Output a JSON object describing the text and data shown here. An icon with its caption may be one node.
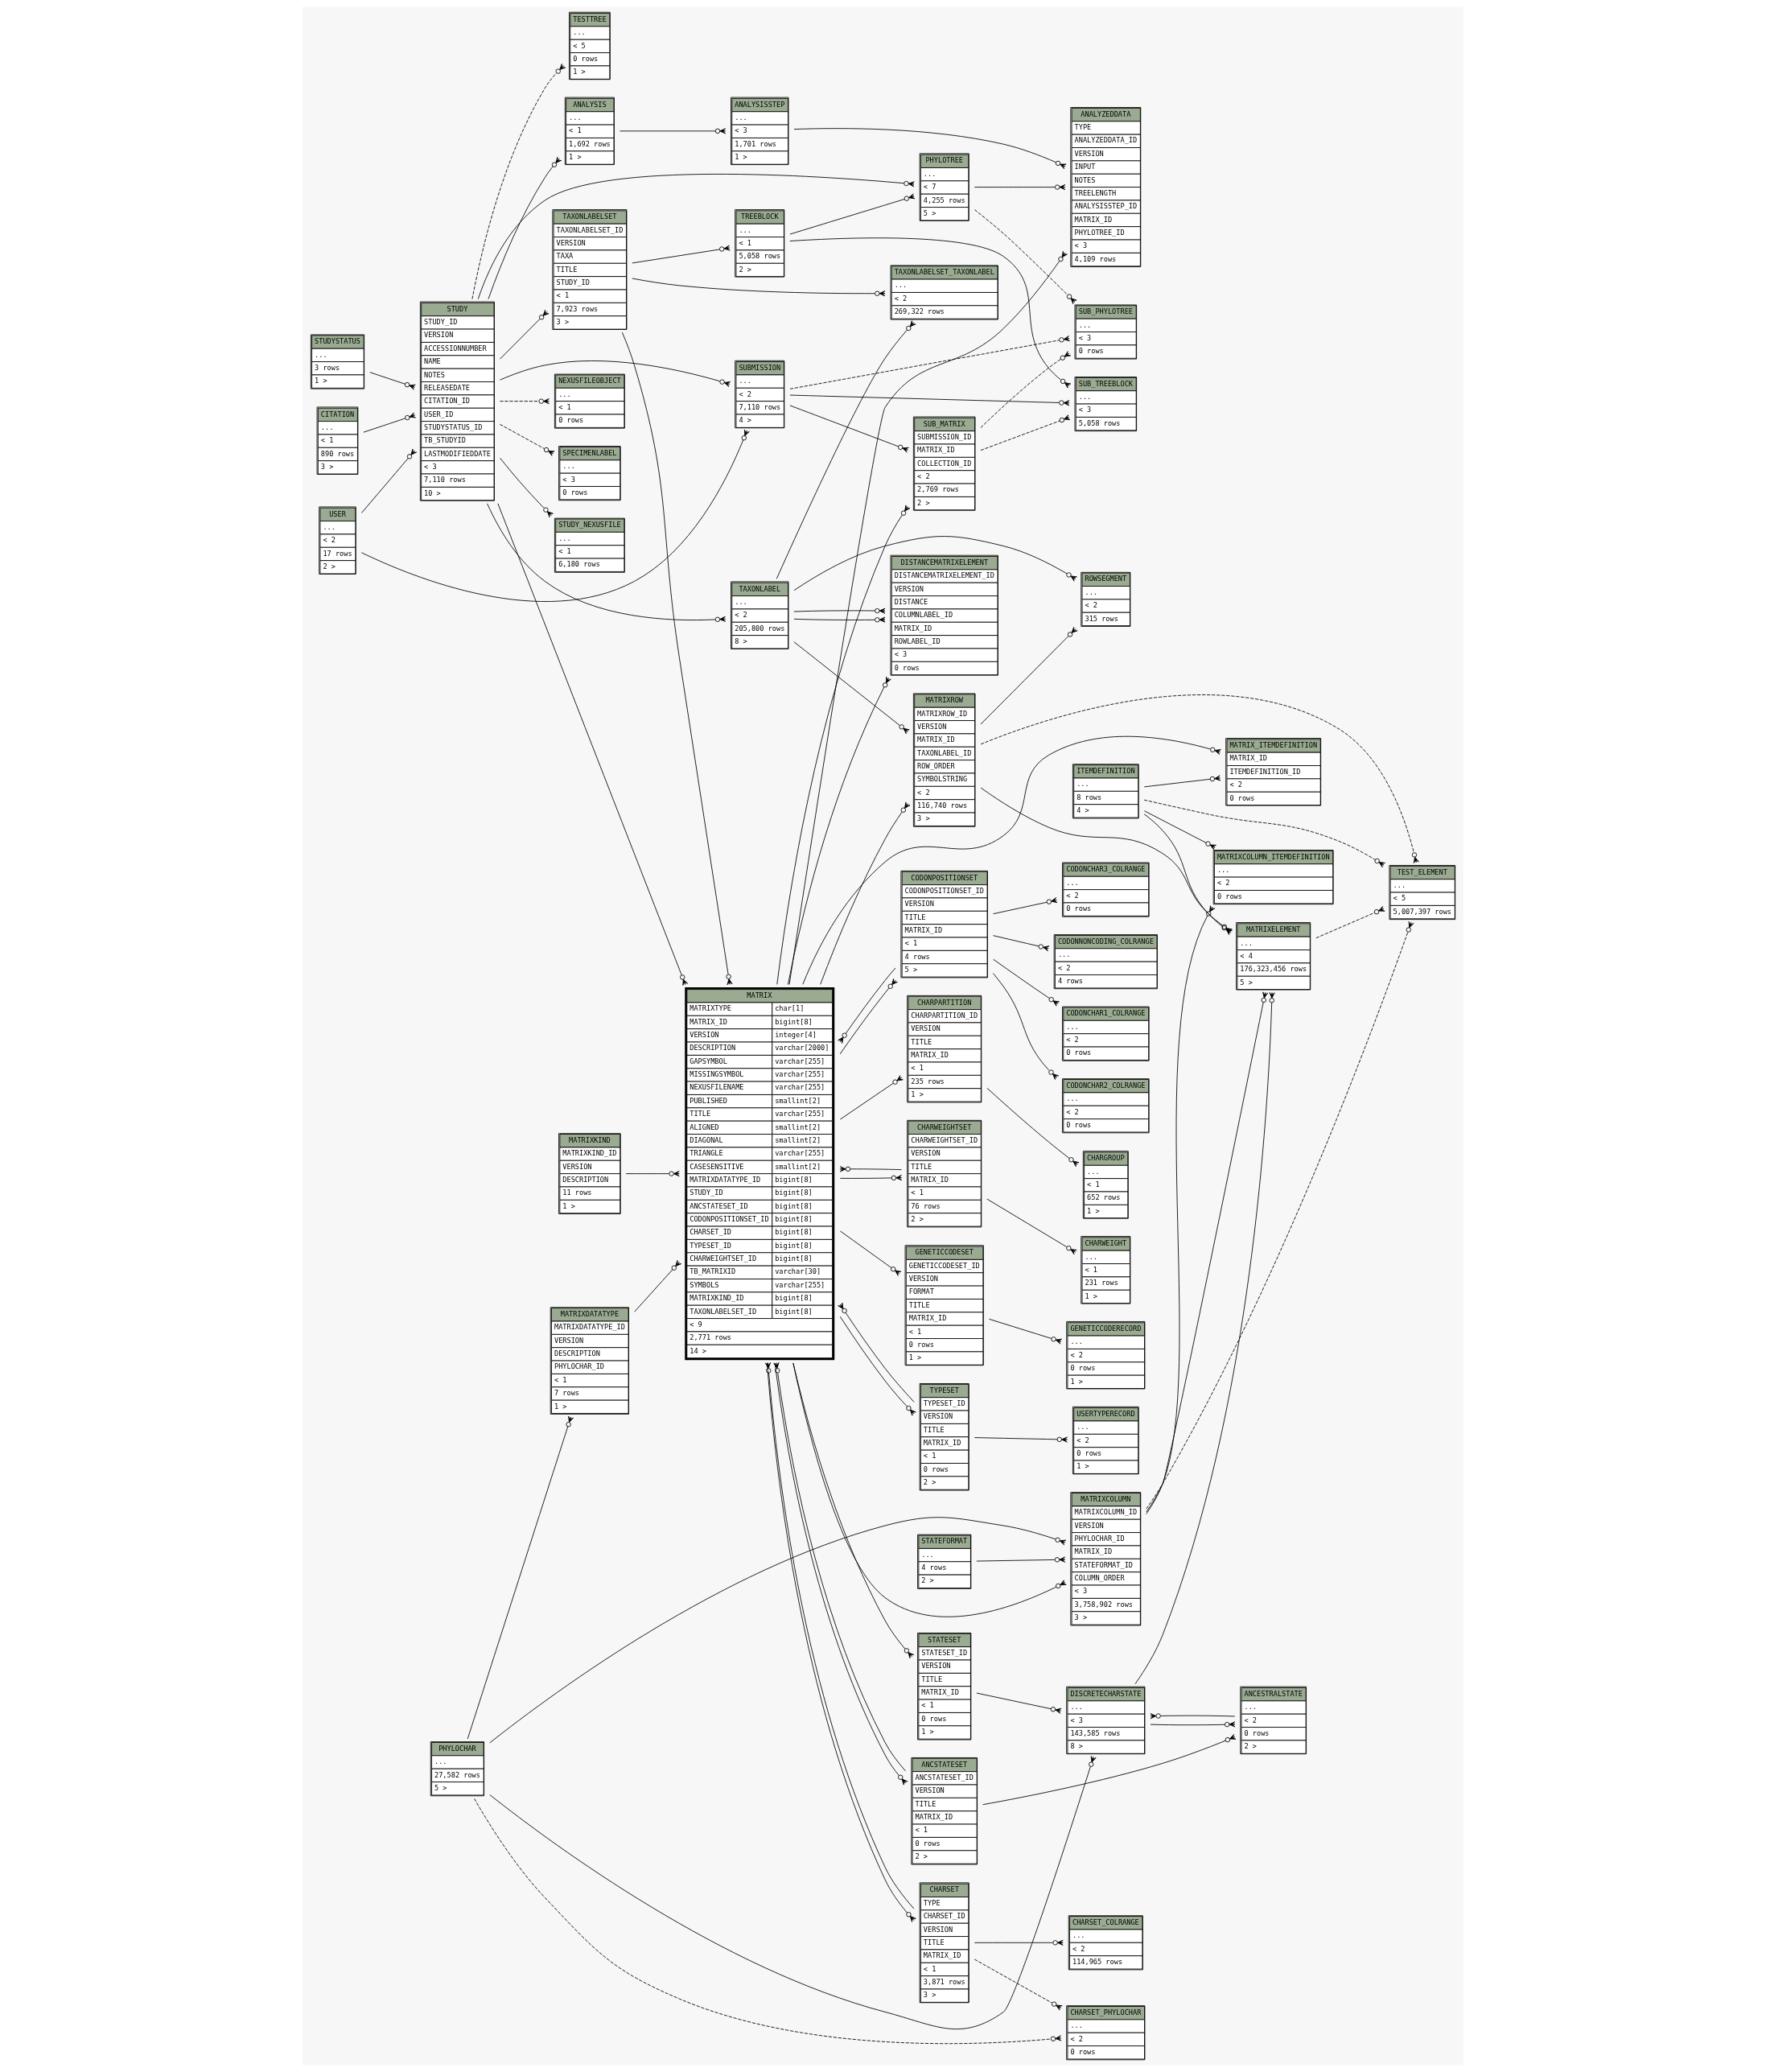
{
  "diagram": {
    "nodes": [
      {
        "text": [
          "PHYLOCHAR",
          "...",
          "27,582 rows",
          "5 >"
        ]
      },
      {
        "text": [
          "CODONCHAR3_COLRANGE",
          "...",
          "< 2",
          "0 rows"
        ]
      },
      {
        "text": [
          "CODONNONCODING_COLRANGE",
          "...",
          "< 2",
          "4 rows"
        ]
      },
      {
        "text": [
          "CODONPOSITIONSET",
          "CODONPOSITIONSET_ID",
          "VERSION",
          "TITLE",
          "MATRIX_ID",
          "< 1",
          "4 rows",
          "5 >"
        ]
      },
      {
        "text": [
          "CODONCHAR1_COLRANGE",
          "...",
          "< 2",
          "0 rows"
        ]
      },
      {
        "text": [
          "CODONCHAR2_COLRANGE",
          "...",
          "< 2",
          "0 rows"
        ]
      },
      {
        "text": [
          "CHARSET",
          "TYPE",
          "CHARSET_ID",
          "VERSION",
          "TITLE",
          "MATRIX_ID",
          "< 1",
          "3,871 rows",
          "3 >"
        ]
      },
      {
        "text": [
          "CHARSET_PHYLOCHAR",
          "...",
          "< 2",
          "0 rows"
        ]
      },
      {
        "text": [
          "CHARSET_COLRANGE",
          "...",
          "< 2",
          "114,965 rows"
        ]
      },
      {
        "text": [
          "ANCSTATESET",
          "ANCSTATESET_ID",
          "VERSION",
          "TITLE",
          "MATRIX_ID",
          "< 1",
          "0 rows",
          "2 >"
        ]
      },
      {
        "text": [
          "STATESET",
          "STATESET_ID",
          "VERSION",
          "TITLE",
          "MATRIX_ID",
          "< 1",
          "0 rows",
          "1 >"
        ]
      },
      {
        "text": [
          "DISCRETECHARSTATE",
          "...",
          "< 3",
          "143,585 rows",
          "8 >"
        ]
      },
      {
        "text": [
          "ANCESTRALSTATE",
          "...",
          "< 2",
          "0 rows",
          "2 >"
        ]
      },
      {
        "text": [
          "MATRIX",
          "MATRIXTYPE",
          "char[1]",
          "MATRIX_ID",
          "bigint[8]",
          "VERSION",
          "integer[4]",
          "DESCRIPTION",
          "varchar[2000]",
          "GAPSYMBOL",
          "varchar[255]",
          "MISSINGSYMBOL",
          "varchar[255]",
          "NEXUSFILENAME",
          "varchar[255]",
          "PUBLISHED",
          "smallint[2]",
          "TITLE",
          "varchar[255]",
          "ALIGNED",
          "smallint[2]",
          "DIAGONAL",
          "smallint[2]",
          "TRIANGLE",
          "varchar[255]",
          "CASESENSITIVE",
          "smallint[2]",
          "MATRIXDATATYPE_ID",
          "bigint[8]",
          "STUDY_ID",
          "bigint[8]",
          "ANCSTATESET_ID",
          "bigint[8]",
          "CODONPOSITIONSET_ID",
          "bigint[8]",
          "CHARSET_ID",
          "bigint[8]",
          "TYPESET_ID",
          "bigint[8]",
          "CHARWEIGHTSET_ID",
          "bigint[8]",
          "TB_MATRIXID",
          "varchar[30]",
          "SYMBOLS",
          "varchar[255]",
          "MATRIXKIND_ID",
          "bigint[8]",
          "TAXONLABELSET_ID",
          "bigint[8]",
          "< 9",
          "2,771 rows",
          "14 >"
        ]
      },
      {
        "text": [
          "MATRIXDATATYPE",
          "MATRIXDATATYPE_ID",
          "VERSION",
          "DESCRIPTION",
          "PHYLOCHAR_ID",
          "< 1",
          "7 rows",
          "1 >"
        ]
      },
      {
        "text": [
          "CHARPARTITION",
          "CHARPARTITION_ID",
          "VERSION",
          "TITLE",
          "MATRIX_ID",
          "< 1",
          "235 rows",
          "1 >"
        ]
      },
      {
        "text": [
          "CHARGROUP",
          "...",
          "< 1",
          "652 rows",
          "1 >"
        ]
      },
      {
        "text": [
          "MATRIXCOLUMN",
          "MATRIXCOLUMN_ID",
          "VERSION",
          "PHYLOCHAR_ID",
          "MATRIX_ID",
          "STATEFORMAT_ID",
          "COLUMN_ORDER",
          "< 3",
          "3,758,902 rows",
          "3 >"
        ]
      },
      {
        "text": [
          "MATRIXELEMENT",
          "...",
          "< 4",
          "176,323,456 rows",
          "5 >"
        ]
      },
      {
        "text": [
          "TEST_ELEMENT",
          "...",
          "< 5",
          "5,007,397 rows"
        ]
      },
      {
        "text": [
          "CHARWEIGHTSET",
          "CHARWEIGHTSET_ID",
          "VERSION",
          "TITLE",
          "MATRIX_ID",
          "< 1",
          "76 rows",
          "2 >"
        ]
      },
      {
        "text": [
          "STATEFORMAT",
          "...",
          "4 rows",
          "2 >"
        ]
      },
      {
        "text": [
          "MATRIXCOLUMN_ITEMDEFINITION",
          "...",
          "< 2",
          "0 rows"
        ]
      },
      {
        "text": [
          "ITEMDEFINITION",
          "...",
          "8 rows",
          "4 >"
        ]
      },
      {
        "text": [
          "TESTTREE",
          "...",
          "< 5",
          "0 rows",
          "1 >"
        ]
      },
      {
        "text": [
          "GENETICCODESET",
          "GENETICCODESET_ID",
          "VERSION",
          "FORMAT",
          "TITLE",
          "MATRIX_ID",
          "< 1",
          "0 rows",
          "1 >"
        ]
      },
      {
        "text": [
          "GENETICCODERECORD",
          "...",
          "< 2",
          "0 rows",
          "1 >"
        ]
      },
      {
        "text": [
          "MATRIX_ITEMDEFINITION",
          "MATRIX_ID",
          "ITEMDEFINITION_ID",
          "< 2",
          "0 rows"
        ]
      },
      {
        "text": [
          "TYPESET",
          "TYPESET_ID",
          "VERSION",
          "TITLE",
          "MATRIX_ID",
          "< 1",
          "0 rows",
          "2 >"
        ]
      },
      {
        "text": [
          "CHARWEIGHT",
          "...",
          "< 1",
          "231 rows",
          "1 >"
        ]
      },
      {
        "text": [
          "SUB_MATRIX",
          "SUBMISSION_ID",
          "MATRIX_ID",
          "COLLECTION_ID",
          "< 2",
          "2,769 rows",
          "2 >"
        ]
      },
      {
        "text": [
          "SUB_TREEBLOCK",
          "...",
          "< 3",
          "5,058 rows"
        ]
      },
      {
        "text": [
          "USERTYPERECORD",
          "...",
          "< 2",
          "0 rows",
          "1 >"
        ]
      },
      {
        "text": [
          "USER",
          "...",
          "< 2",
          "17 rows",
          "2 >"
        ]
      },
      {
        "text": [
          "MATRIXKIND",
          "MATRIXKIND_ID",
          "VERSION",
          "DESCRIPTION",
          "11 rows",
          "1 >"
        ]
      },
      {
        "text": [
          "SUB_PHYLOTREE",
          "...",
          "< 3",
          "0 rows"
        ]
      },
      {
        "text": [
          "SUBMISSION",
          "...",
          "< 2",
          "7,110 rows",
          "4 >"
        ]
      },
      {
        "text": [
          "ANALYZEDDATA",
          "TYPE",
          "ANALYZEDDATA_ID",
          "VERSION",
          "INPUT",
          "NOTES",
          "TREELENGTH",
          "ANALYSISSTEP_ID",
          "MATRIX_ID",
          "PHYLOTREE_ID",
          "< 3",
          "4,109 rows"
        ]
      },
      {
        "text": [
          "TAXONLABELSET",
          "TAXONLABELSET_ID",
          "VERSION",
          "TAXA",
          "TITLE",
          "STUDY_ID",
          "< 1",
          "7,923 rows",
          "3 >"
        ]
      },
      {
        "text": [
          "TREEBLOCK",
          "...",
          "< 1",
          "5,058 rows",
          "2 >"
        ]
      },
      {
        "text": [
          "PHYLOTREE",
          "...",
          "< 7",
          "4,255 rows",
          "5 >"
        ]
      },
      {
        "text": [
          "ANALYSISSTEP",
          "...",
          "< 3",
          "1,701 rows",
          "1 >"
        ]
      },
      {
        "text": [
          "STUDY",
          "STUDY_ID",
          "VERSION",
          "ACCESSIONNUMBER",
          "NAME",
          "NOTES",
          "RELEASEDATE",
          "CITATION_ID",
          "USER_ID",
          "STUDYSTATUS_ID",
          "TB_STUDYID",
          "LASTMODIFIEDDATE",
          "< 3",
          "7,110 rows",
          "10 >"
        ]
      },
      {
        "text": [
          "ANALYSIS",
          "...",
          "< 1",
          "1,692 rows",
          "1 >"
        ]
      },
      {
        "text": [
          "MATRIXROW",
          "MATRIXROW_ID",
          "VERSION",
          "MATRIX_ID",
          "TAXONLABEL_ID",
          "ROW_ORDER",
          "SYMBOLSTRING",
          "< 2",
          "116,740 rows",
          "3 >"
        ]
      },
      {
        "text": [
          "CITATION",
          "...",
          "< 1",
          "890 rows",
          "3 >"
        ]
      },
      {
        "text": [
          "NEXUSFILEOBJECT",
          "...",
          "< 1",
          "0 rows"
        ]
      },
      {
        "text": [
          "STUDYSTATUS",
          "...",
          "3 rows",
          "1 >"
        ]
      },
      {
        "text": [
          "SPECIMENLABEL",
          "...",
          "< 3",
          "0 rows"
        ]
      },
      {
        "text": [
          "TAXONLABELSET_TAXONLABEL",
          "...",
          "< 2",
          "269,322 rows"
        ]
      },
      {
        "text": [
          "ROWSEGMENT",
          "...",
          "< 2",
          "315 rows"
        ]
      },
      {
        "text": [
          "STUDY_NEXUSFILE",
          "...",
          "< 1",
          "6,180 rows"
        ]
      },
      {
        "text": [
          "DISTANCEMATRIXELEMENT",
          "DISTANCEMATRIXELEMENT_ID",
          "VERSION",
          "DISTANCE",
          "COLUMNLABEL_ID",
          "MATRIX_ID",
          "ROWLABEL_ID",
          "< 3",
          "0 rows"
        ]
      },
      {
        "text": [
          "TAXONLABEL",
          "...",
          "< 2",
          "205,800 rows",
          "8 >"
        ]
      }
    ],
    "edges": [
      {
        "from": 0,
        "to": 7,
        "arrow": "other",
        "style": "dashed"
      },
      {
        "from": 0,
        "to": 14,
        "arrow": "other"
      },
      {
        "from": 0,
        "to": 17,
        "arrow": "other"
      },
      {
        "from": 0,
        "to": 11,
        "arrow": "other"
      },
      {
        "from": 3,
        "to": 1,
        "arrow": "other"
      },
      {
        "from": 3,
        "to": 2,
        "arrow": "other"
      },
      {
        "from": 3,
        "to": 4,
        "arrow": "other"
      },
      {
        "from": 3,
        "to": 5,
        "arrow": "other"
      },
      {
        "from": 3,
        "to": 13,
        "arrow": "other"
      },
      {
        "from": 6,
        "to": 7,
        "arrow": "other",
        "style": "dashed"
      },
      {
        "from": 6,
        "to": 8,
        "arrow": "other"
      },
      {
        "from": 6,
        "to": 13,
        "arrow": "other"
      },
      {
        "from": 9,
        "to": 12,
        "arrow": "other"
      },
      {
        "from": 9,
        "to": 13,
        "arrow": "other"
      },
      {
        "from": 10,
        "to": 11,
        "arrow": "other"
      },
      {
        "from": 11,
        "to": 12,
        "arrow": "other"
      },
      {
        "from": 12,
        "to": 11,
        "arrow": "other"
      },
      {
        "from": 11,
        "to": 18,
        "arrow": "other"
      },
      {
        "from": 13,
        "to": 3,
        "arrow": "other"
      },
      {
        "from": 13,
        "to": 6,
        "arrow": "other"
      },
      {
        "from": 13,
        "to": 9,
        "arrow": "other"
      },
      {
        "from": 13,
        "to": 10,
        "arrow": "other"
      },
      {
        "from": 13,
        "to": 15,
        "arrow": "other"
      },
      {
        "from": 13,
        "to": 17,
        "arrow": "other"
      },
      {
        "from": 13,
        "to": 20,
        "arrow": "other"
      },
      {
        "from": 13,
        "to": 25,
        "arrow": "other"
      },
      {
        "from": 13,
        "to": 27,
        "arrow": "other"
      },
      {
        "from": 13,
        "to": 28,
        "arrow": "other"
      },
      {
        "from": 13,
        "to": 30,
        "arrow": "other"
      },
      {
        "from": 13,
        "to": 37,
        "arrow": "other"
      },
      {
        "from": 13,
        "to": 44,
        "arrow": "other"
      },
      {
        "from": 13,
        "to": 52,
        "arrow": "other"
      },
      {
        "from": 14,
        "to": 13,
        "arrow": "other"
      },
      {
        "from": 15,
        "to": 16,
        "arrow": "other"
      },
      {
        "from": 17,
        "to": 18,
        "arrow": "other"
      },
      {
        "from": 17,
        "to": 22,
        "arrow": "other"
      },
      {
        "from": 17,
        "to": 19,
        "arrow": "other",
        "style": "dashed"
      },
      {
        "from": 18,
        "to": 19,
        "arrow": "other",
        "style": "dashed"
      },
      {
        "from": 20,
        "to": 13,
        "arrow": "other"
      },
      {
        "from": 20,
        "to": 29,
        "arrow": "other"
      },
      {
        "from": 21,
        "to": 17,
        "arrow": "other"
      },
      {
        "from": 23,
        "to": 18,
        "arrow": "other"
      },
      {
        "from": 23,
        "to": 22,
        "arrow": "other"
      },
      {
        "from": 23,
        "to": 27,
        "arrow": "other"
      },
      {
        "from": 23,
        "to": 19,
        "arrow": "other",
        "style": "dashed"
      },
      {
        "from": 25,
        "to": 26,
        "arrow": "other"
      },
      {
        "from": 28,
        "to": 13,
        "arrow": "other"
      },
      {
        "from": 28,
        "to": 32,
        "arrow": "other"
      },
      {
        "from": 30,
        "to": 31,
        "arrow": "other",
        "style": "dashed"
      },
      {
        "from": 30,
        "to": 35,
        "arrow": "other",
        "style": "dashed"
      },
      {
        "from": 33,
        "to": 36,
        "arrow": "other"
      },
      {
        "from": 33,
        "to": 42,
        "arrow": "other"
      },
      {
        "from": 34,
        "to": 13,
        "arrow": "other"
      },
      {
        "from": 36,
        "to": 30,
        "arrow": "other"
      },
      {
        "from": 36,
        "to": 31,
        "arrow": "other"
      },
      {
        "from": 36,
        "to": 35,
        "arrow": "other",
        "style": "dashed"
      },
      {
        "from": 38,
        "to": 13,
        "arrow": "other"
      },
      {
        "from": 38,
        "to": 39,
        "arrow": "other"
      },
      {
        "from": 38,
        "to": 49,
        "arrow": "other"
      },
      {
        "from": 39,
        "to": 40,
        "arrow": "other"
      },
      {
        "from": 39,
        "to": 31,
        "arrow": "other"
      },
      {
        "from": 40,
        "to": 37,
        "arrow": "other"
      },
      {
        "from": 40,
        "to": 35,
        "arrow": "other",
        "style": "dashed"
      },
      {
        "from": 41,
        "to": 37,
        "arrow": "other"
      },
      {
        "from": 42,
        "to": 38,
        "arrow": "other"
      },
      {
        "from": 42,
        "to": 43,
        "arrow": "other"
      },
      {
        "from": 42,
        "to": 46,
        "arrow": "other",
        "style": "dashed"
      },
      {
        "from": 42,
        "to": 48,
        "arrow": "other",
        "style": "dashed"
      },
      {
        "from": 42,
        "to": 51,
        "arrow": "other"
      },
      {
        "from": 42,
        "to": 53,
        "arrow": "other"
      },
      {
        "from": 42,
        "to": 13,
        "arrow": "other"
      },
      {
        "from": 42,
        "to": 36,
        "arrow": "other"
      },
      {
        "from": 42,
        "to": 24,
        "arrow": "other",
        "style": "dashed"
      },
      {
        "from": 42,
        "to": 40,
        "arrow": "other"
      },
      {
        "from": 43,
        "to": 41,
        "arrow": "other"
      },
      {
        "from": 44,
        "to": 18,
        "arrow": "other"
      },
      {
        "from": 44,
        "to": 50,
        "arrow": "other"
      },
      {
        "from": 44,
        "to": 19,
        "arrow": "other",
        "style": "dashed"
      },
      {
        "from": 45,
        "to": 42,
        "arrow": "other"
      },
      {
        "from": 47,
        "to": 42,
        "arrow": "other"
      },
      {
        "from": 53,
        "to": 44,
        "arrow": "other"
      },
      {
        "from": 53,
        "to": 49,
        "arrow": "other"
      },
      {
        "from": 53,
        "to": 52,
        "arrow": "other"
      },
      {
        "from": 53,
        "to": 52,
        "arrow": "other"
      },
      {
        "from": 53,
        "to": 50,
        "arrow": "other"
      }
    ]
  }
}
